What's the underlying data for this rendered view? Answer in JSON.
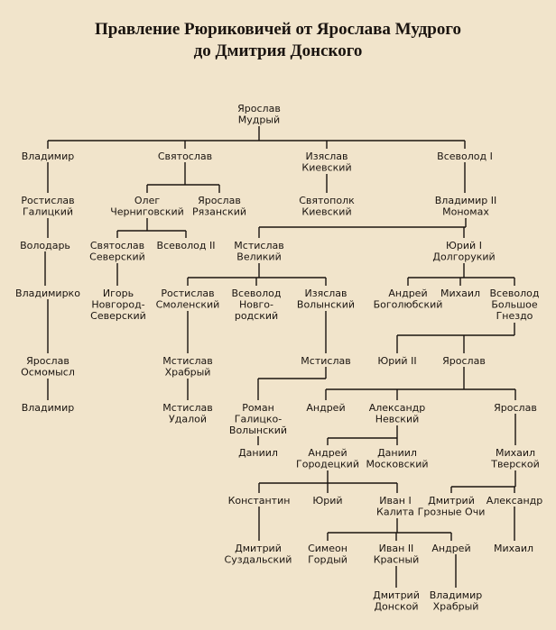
{
  "title": {
    "line1": "Правление Рюриковичей от Ярослава Мудрого",
    "line2": "до Дмитрия Донского"
  },
  "nodes": {
    "yaroslav_mudry": [
      "Ярослав",
      "Мудрый"
    ],
    "vladimir_1": [
      "Владимир"
    ],
    "svyatoslav_1": [
      "Святослав"
    ],
    "izyaslav_kievsky": [
      "Изяслав",
      "Киевский"
    ],
    "vsevolod_1": [
      "Всеволод I"
    ],
    "rostislav_galitsky": [
      "Ростислав",
      "Галицкий"
    ],
    "oleg_chernigovsky": [
      "Олег",
      "Черниговский"
    ],
    "yaroslav_ryazansky": [
      "Ярослав",
      "Рязанский"
    ],
    "svyatopolk_kievsky": [
      "Святополк",
      "Киевский"
    ],
    "vladimir_monomakh": [
      "Владимир II",
      "Мономах"
    ],
    "volodar": [
      "Володарь"
    ],
    "svyatoslav_seversky": [
      "Святослав",
      "Северский"
    ],
    "vsevolod_2": [
      "Всеволод II"
    ],
    "mstislav_veliky": [
      "Мстислав",
      "Великий"
    ],
    "yuri_dolgoruky": [
      "Юрий I",
      "Долгорукий"
    ],
    "vladimirko": [
      "Владимирко"
    ],
    "igor_novgorod_seversky": [
      "Игорь",
      "Новгород-",
      "Северский"
    ],
    "rostislav_smolensky": [
      "Ростислав",
      "Смоленский"
    ],
    "vsevolod_novgorodsky": [
      "Всеволод",
      "Новго-",
      "родский"
    ],
    "izyaslav_volynsky": [
      "Изяслав",
      "Волынский"
    ],
    "andrei_bogolyubsky": [
      "Андрей",
      "Боголюбский"
    ],
    "mikhail_1": [
      "Михаил"
    ],
    "vsevolod_big_nest": [
      "Всеволод",
      "Большое",
      "Гнездо"
    ],
    "yaroslav_osmomysl": [
      "Ярослав",
      "Осмомысл"
    ],
    "mstislav_khrabry": [
      "Мстислав",
      "Храбрый"
    ],
    "mstislav_2": [
      "Мстислав"
    ],
    "yuri_2": [
      "Юрий II"
    ],
    "yaroslav_3": [
      "Ярослав"
    ],
    "vladimir_galich": [
      "Владимир"
    ],
    "mstislav_udaloy": [
      "Мстислав",
      "Удалой"
    ],
    "roman_galitsko_volynsky": [
      "Роман",
      "Галицко-",
      "Волынский"
    ],
    "andrei_2": [
      "Андрей"
    ],
    "alexander_nevsky": [
      "Александр",
      "Невский"
    ],
    "yaroslav_tver": [
      "Ярослав"
    ],
    "daniil_galitsky": [
      "Даниил"
    ],
    "andrei_gorodetsky": [
      "Андрей",
      "Городецкий"
    ],
    "daniil_moskovsky": [
      "Даниил",
      "Московский"
    ],
    "mikhail_tverskoy": [
      "Михаил",
      "Тверской"
    ],
    "konstantin": [
      "Константин"
    ],
    "yuri_3": [
      "Юрий"
    ],
    "ivan_kalita": [
      "Иван I",
      "Калита"
    ],
    "dmitry_groznye_ochi": [
      "Дмитрий",
      "Грозные Очи"
    ],
    "alexander_tver": [
      "Александр"
    ],
    "dmitry_suzdalsky": [
      "Дмитрий",
      "Суздальский"
    ],
    "simeon_gordy": [
      "Симеон",
      "Гордый"
    ],
    "ivan_krasny": [
      "Иван II",
      "Красный"
    ],
    "andrei_3": [
      "Андрей"
    ],
    "mikhail_tver2": [
      "Михаил"
    ],
    "dmitry_donskoy": [
      "Дмитрий",
      "Донской"
    ],
    "vladimir_khrabry": [
      "Владимир",
      "Храбрый"
    ]
  },
  "colors": {
    "background": "#f1e4cb",
    "ink": "#1a1410"
  }
}
